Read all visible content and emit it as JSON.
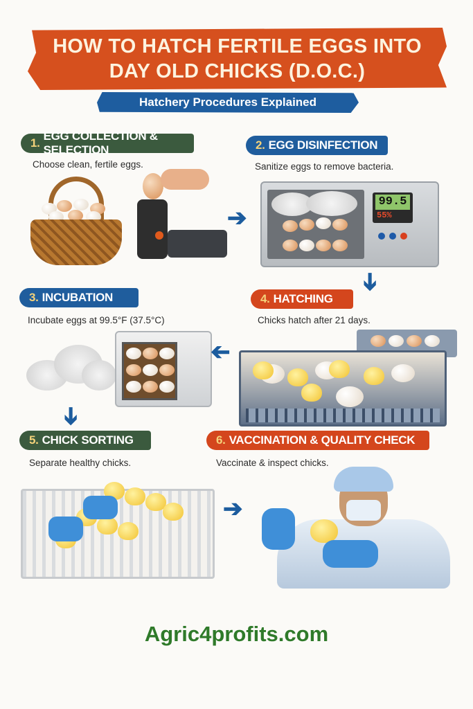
{
  "header": {
    "title_line1": "HOW TO HATCH FERTILE EGGS INTO",
    "title_line2": "DAY OLD CHICKS (D.O.C.)",
    "subtitle": "Hatchery Procedures Explained"
  },
  "steps": [
    {
      "number": "1.",
      "title": "EGG COLLECTION & SELECTION",
      "description": "Choose clean, fertile eggs."
    },
    {
      "number": "2.",
      "title": "EGG DISINFECTION",
      "description": "Sanitize eggs to remove bacteria.",
      "display_temp": "99.5",
      "display_humidity": "55%"
    },
    {
      "number": "3.",
      "title": "INCUBATION",
      "description": "Incubate eggs at 99.5°F (37.5°C)"
    },
    {
      "number": "4.",
      "title": "HATCHING",
      "description": "Chicks hatch after 21 days."
    },
    {
      "number": "5.",
      "title": "CHICK SORTING",
      "description": "Separate healthy chicks."
    },
    {
      "number": "6.",
      "title": "VACCINATION & QUALITY CHECK",
      "description": "Vaccinate & inspect chicks."
    }
  ],
  "footer": {
    "website": "Agric4profits.com"
  },
  "colors": {
    "orange": "#d4461d",
    "blue": "#1f5d9d",
    "green": "#3b5a3e",
    "accent": "#f4d27a",
    "footer_green": "#2f7a2a"
  }
}
